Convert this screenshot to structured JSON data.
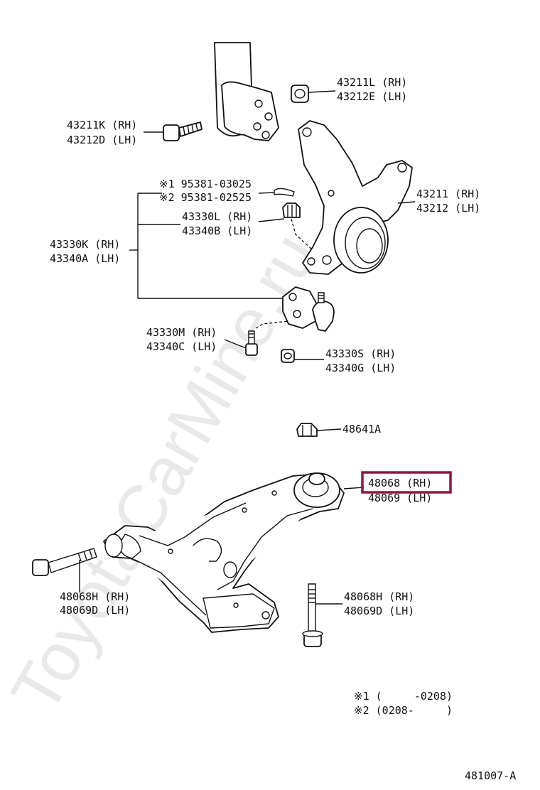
{
  "watermark": "ToyotaCarMine.ru",
  "labels": {
    "p43211L": "43211L (RH)",
    "p43212E": "43212E (LH)",
    "p43211K": "43211K (RH)",
    "p43212D": "43212D (LH)",
    "n1": "※1 95381-03025",
    "n2": "※2 95381-02525",
    "p43330L": "43330L (RH)",
    "p43340B": "43340B (LH)",
    "p43211": "43211 (RH)",
    "p43212": "43212 (LH)",
    "p43330K": "43330K (RH)",
    "p43340A": "43340A (LH)",
    "p43330M": "43330M (RH)",
    "p43340C": "43340C (LH)",
    "p43330S": "43330S (RH)",
    "p43340G": "43340G (LH)",
    "p48641A": "48641A",
    "p48068": "48068 (RH)",
    "p48069": "48069 (LH)",
    "p48068H_l": "48068H (RH)",
    "p48069D_l": "48069D (LH)",
    "p48068H_r": "48068H (RH)",
    "p48069D_r": "48069D (LH)",
    "note1": "※1 (     -0208)",
    "note2": "※2 (0208-     )",
    "diagram_id": "481007-A"
  },
  "highlight_color": "#8c1a3c"
}
